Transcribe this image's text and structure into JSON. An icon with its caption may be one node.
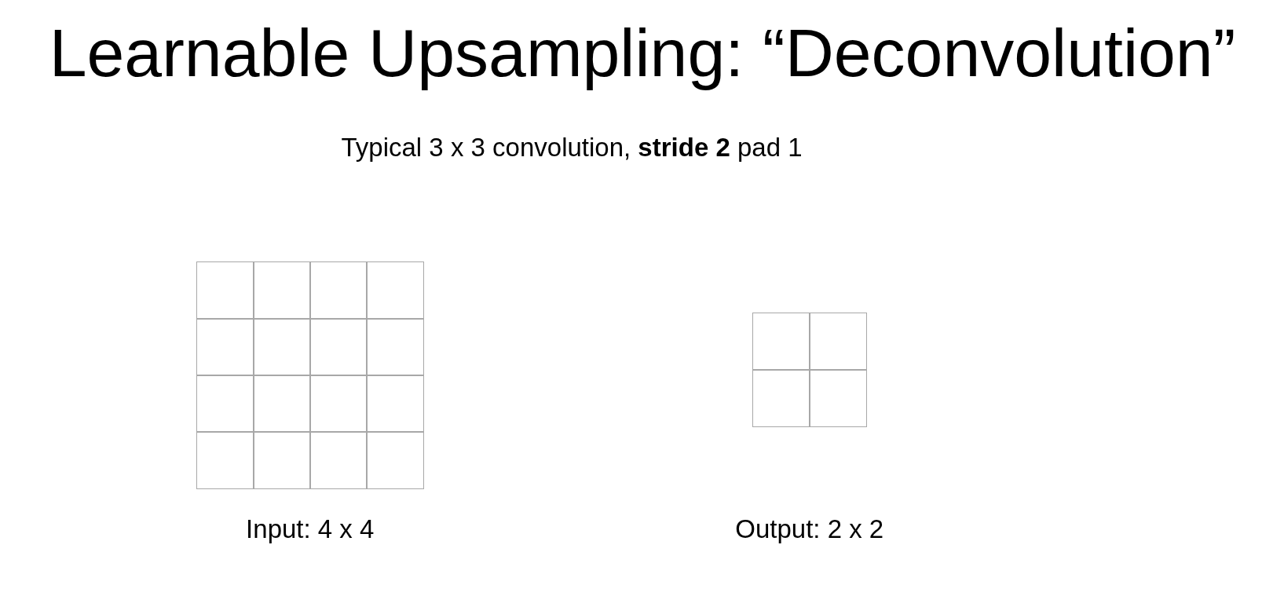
{
  "diagram": {
    "title": "Learnable Upsampling: “Deconvolution”",
    "nodes": [
      {
        "text": [],
        "shape": "grid",
        "beside": [
          "Input: 4 x 4"
        ]
      },
      {
        "text": [],
        "shape": "grid",
        "beside": [
          "Output: 2 x 2"
        ]
      }
    ],
    "labels": [
      "Typical 3 x 3 convolution, **stride 2** pad 1"
    ]
  }
}
